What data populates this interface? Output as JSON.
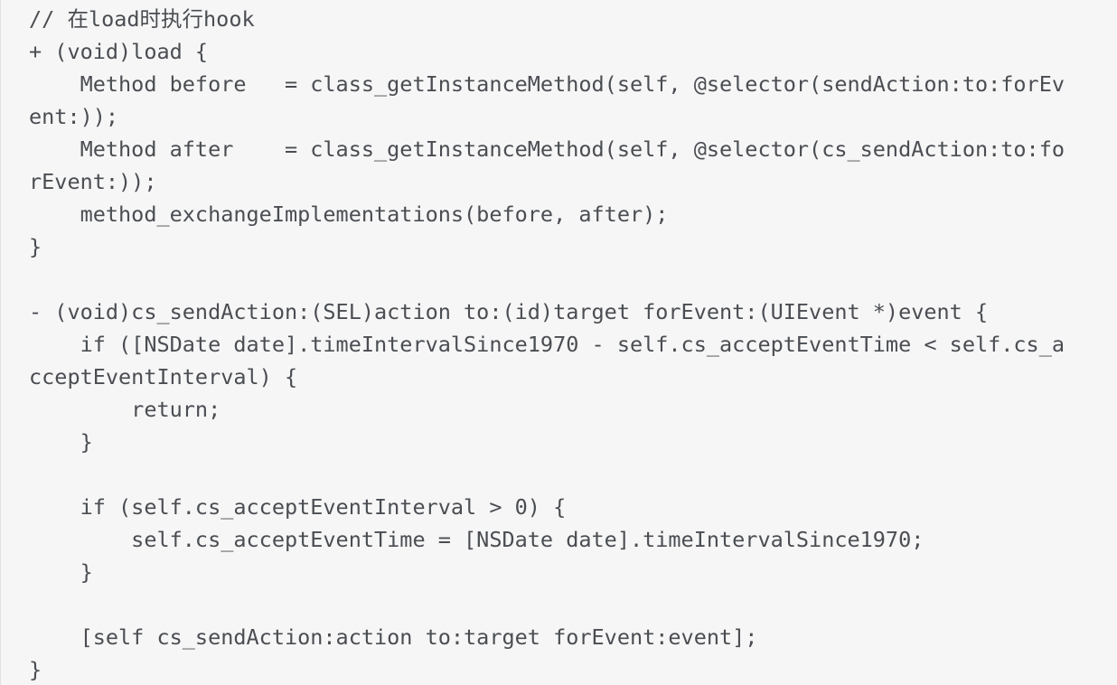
{
  "code": {
    "lines": [
      "// 在load时执行hook",
      "+ (void)load {",
      "    Method before   = class_getInstanceMethod(self, @selector(sendAction:to:forEv",
      "ent:));",
      "    Method after    = class_getInstanceMethod(self, @selector(cs_sendAction:to:fo",
      "rEvent:));",
      "    method_exchangeImplementations(before, after);",
      "}",
      "",
      "- (void)cs_sendAction:(SEL)action to:(id)target forEvent:(UIEvent *)event {",
      "    if ([NSDate date].timeIntervalSince1970 - self.cs_acceptEventTime < self.cs_a",
      "cceptEventInterval) {",
      "        return;",
      "    }",
      "",
      "    if (self.cs_acceptEventInterval > 0) {",
      "        self.cs_acceptEventTime = [NSDate date].timeIntervalSince1970;",
      "    }",
      "",
      "    [self cs_sendAction:action to:target forEvent:event];",
      "}"
    ]
  }
}
